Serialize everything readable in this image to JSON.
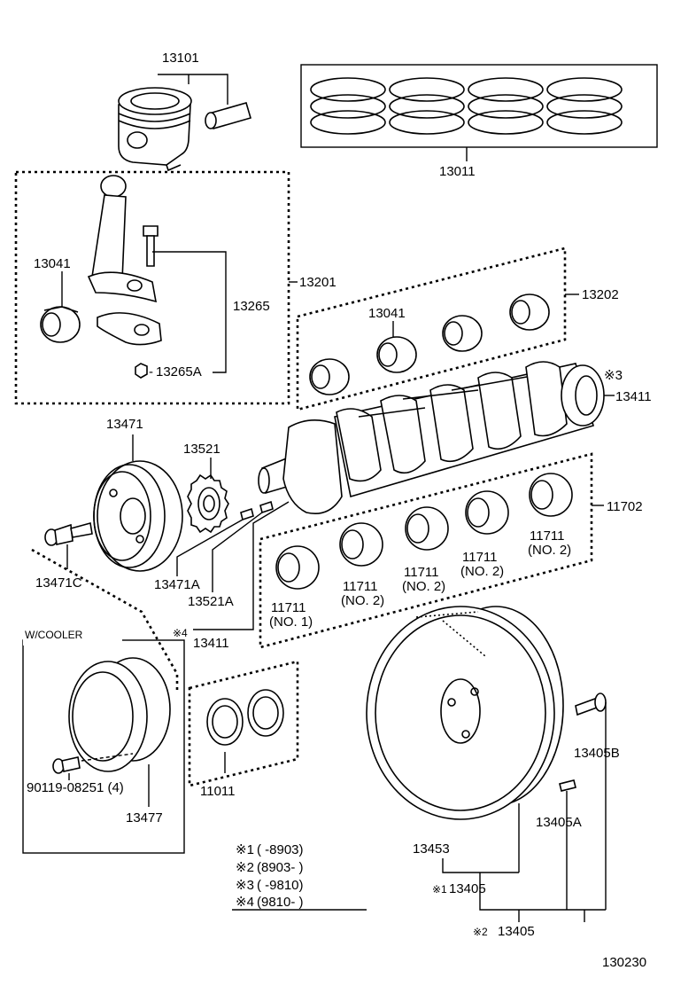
{
  "labels": {
    "piston": "13101",
    "piston_rings": "13011",
    "conrod_assy": "13201",
    "conrod_bearing_left": "13041",
    "conrod_bearing_mid": "13041",
    "conrod_bolt": "13265",
    "conrod_nut": "13265A",
    "bearing_set": "13202",
    "crankshaft_3": "13411",
    "crank_pulley": "13471",
    "timing_gear": "13521",
    "main_bearing_set": "11702",
    "pulley_bolt": "13471C",
    "key_13471a": "13471A",
    "key_13521a": "13521A",
    "crankshaft_4": "13411",
    "mb1": "11711",
    "mb1_no": "(NO. 1)",
    "mb2": "11711",
    "mb2_no": "(NO. 2)",
    "mb3": "11711",
    "mb3_no": "(NO. 2)",
    "mb4": "11711",
    "mb4_no": "(NO. 2)",
    "mb5": "11711",
    "mb5_no": "(NO. 2)",
    "w_cooler": "W/COOLER",
    "bolt_90119": "90119-08251 (4)",
    "cooler_pulley": "13477",
    "thrust_washer": "11011",
    "flywheel_bolt": "13405B",
    "flywheel_pin": "13405A",
    "ring_gear": "13453",
    "flywheel_1": "13405",
    "flywheel_2": "13405",
    "mark_3": "※3",
    "mark_4": "※4",
    "mark_1": "※1",
    "mark_2": "※2",
    "figure_code": "130230"
  },
  "notes": [
    {
      "mark": "※1",
      "text": "(      -8903)"
    },
    {
      "mark": "※2",
      "text": "(8903-        )"
    },
    {
      "mark": "※3",
      "text": "(      -9810)"
    },
    {
      "mark": "※4",
      "text": "(9810-        )"
    }
  ]
}
